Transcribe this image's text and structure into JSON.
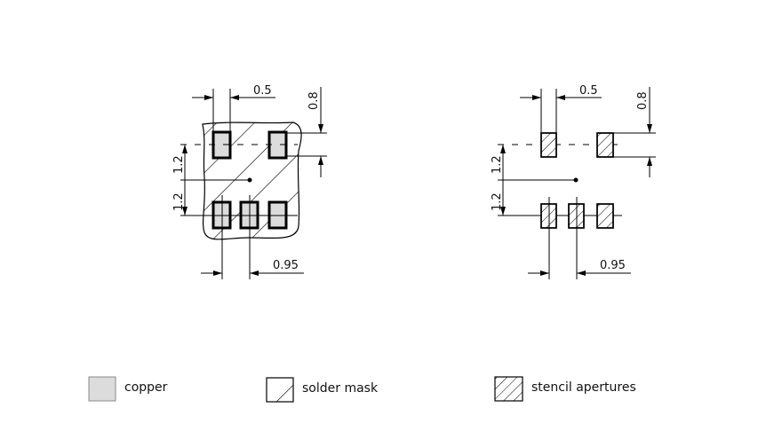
{
  "footprint": {
    "dims": {
      "pitch_x": "0.5",
      "pad_height": "0.8",
      "pitch_y_top": "1.2",
      "pitch_y_bottom": "1.2",
      "pad_spacing": "0.95"
    }
  },
  "stencil": {
    "dims": {
      "pitch_x": "0.5",
      "pad_height": "0.8",
      "pitch_y_top": "1.2",
      "pitch_y_bottom": "1.2",
      "pad_spacing": "0.95"
    }
  },
  "legend": [
    {
      "label": "copper",
      "color": "#dcdcdc"
    },
    {
      "label": "solder mask"
    },
    {
      "label": "stencil apertures"
    }
  ]
}
